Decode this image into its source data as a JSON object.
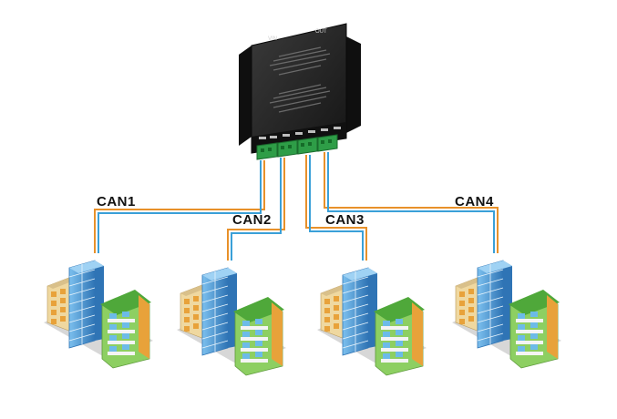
{
  "device": {
    "label_left": "VIN",
    "label_right": "OUT",
    "body_color": "#1f1f1f",
    "terminal_color": "#2e9d47"
  },
  "wire_colors": {
    "orange": "#e8912a",
    "blue": "#3aa0d8"
  },
  "buses": [
    {
      "label": "CAN1"
    },
    {
      "label": "CAN2"
    },
    {
      "label": "CAN3"
    },
    {
      "label": "CAN4"
    }
  ],
  "building_palette": {
    "glass": "#5aa8e0",
    "glass_dark": "#2f74b5",
    "green_facade": "#8dcf62",
    "green_roof": "#4fa83a",
    "beige": "#efd8a0",
    "orange_trim": "#e8a23a",
    "ground": "#d7d7d7"
  }
}
